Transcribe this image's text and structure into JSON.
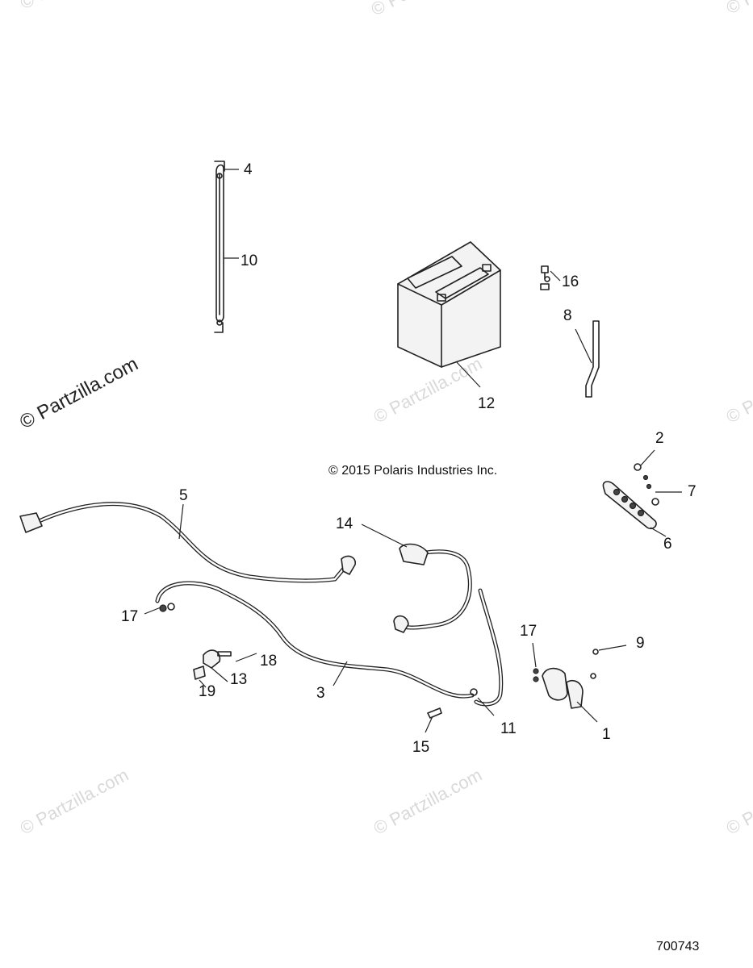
{
  "watermark": {
    "text": "© Partzilla.com",
    "faint_text": "© Partzilla.com"
  },
  "copyright": "© 2015 Polaris Industries Inc.",
  "diagram_id": "700743",
  "callouts": {
    "c1": "1",
    "c2": "2",
    "c3": "3",
    "c4": "4",
    "c5": "5",
    "c6": "6",
    "c7": "7",
    "c8": "8",
    "c9": "9",
    "c10": "10",
    "c11": "11",
    "c12": "12",
    "c13": "13",
    "c14": "14",
    "c15": "15",
    "c16": "16",
    "c17a": "17",
    "c17b": "17",
    "c18": "18",
    "c19": "19"
  },
  "colors": {
    "line": "#222222",
    "watermark_faint": "#d9d9d9",
    "background": "#ffffff"
  }
}
